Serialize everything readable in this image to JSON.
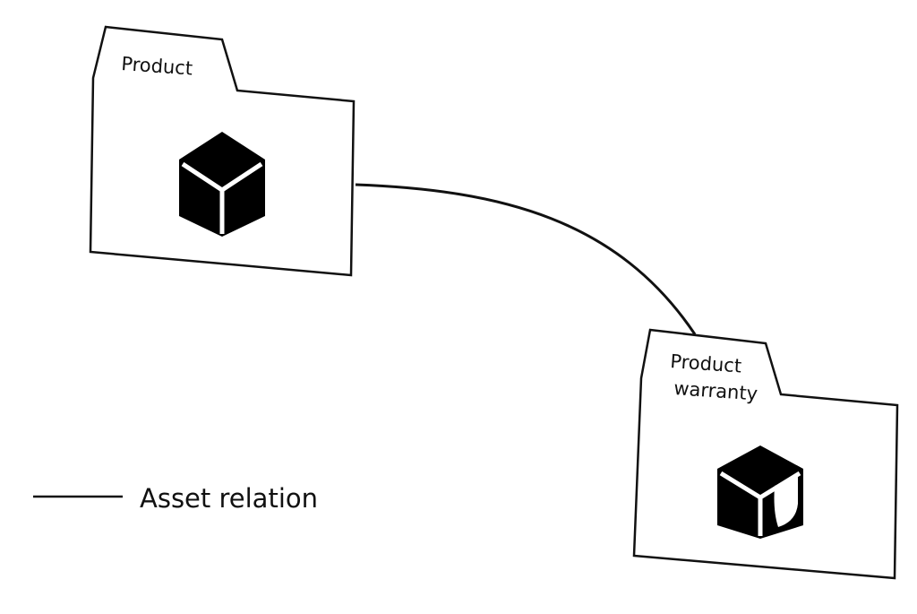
{
  "nodes": {
    "product": {
      "label": "Product",
      "icon": "cube-icon"
    },
    "product_warranty": {
      "label_line1": "Product",
      "label_line2": "warranty",
      "icon": "cube-shield-icon"
    }
  },
  "relation": {
    "from": "Product",
    "to": "Product warranty",
    "type": "Asset relation"
  },
  "legend": {
    "asset_relation_label": "Asset relation"
  },
  "colors": {
    "line": "#111111",
    "icon": "#000000",
    "background": "#ffffff"
  }
}
